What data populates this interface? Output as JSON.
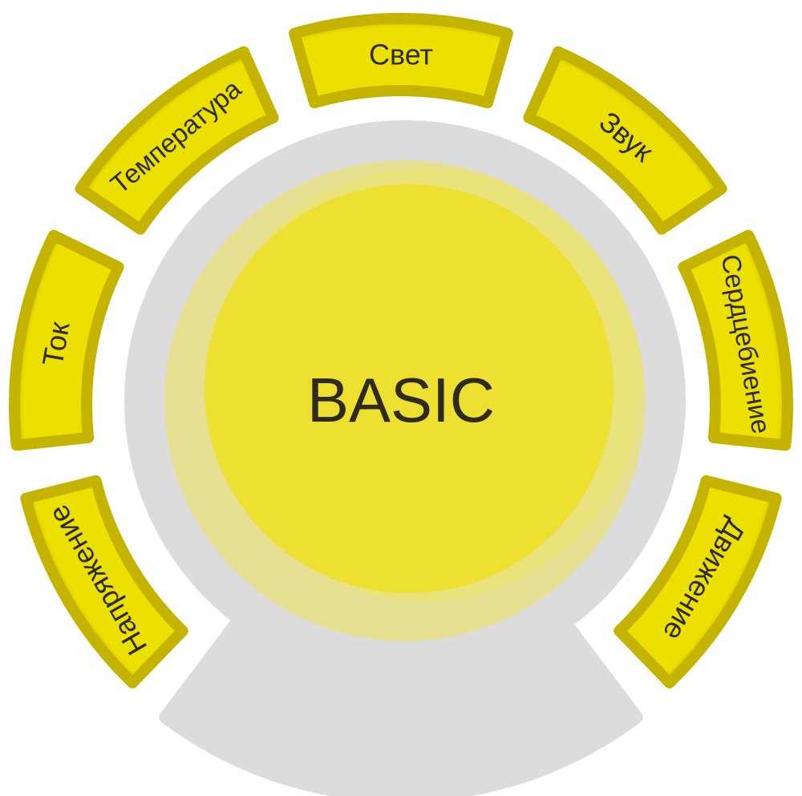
{
  "center_label": "BASIC",
  "segments": [
    {
      "label": "Свет",
      "angle": 0
    },
    {
      "label": "Звук",
      "angle": 40
    },
    {
      "label": "Сердцебиение",
      "angle": 80
    },
    {
      "label": "Движение",
      "angle": 120
    },
    {
      "label": "Напряжение",
      "angle": -120
    },
    {
      "label": "Ток",
      "angle": -80
    },
    {
      "label": "Температура",
      "angle": -40
    }
  ],
  "colors": {
    "segment": "#ece000",
    "segment_edge": "#a89a00",
    "hub": "#ede030",
    "halo": "#ebe27a",
    "gray": "#dcdcdc",
    "text": "#2e2b1e"
  }
}
